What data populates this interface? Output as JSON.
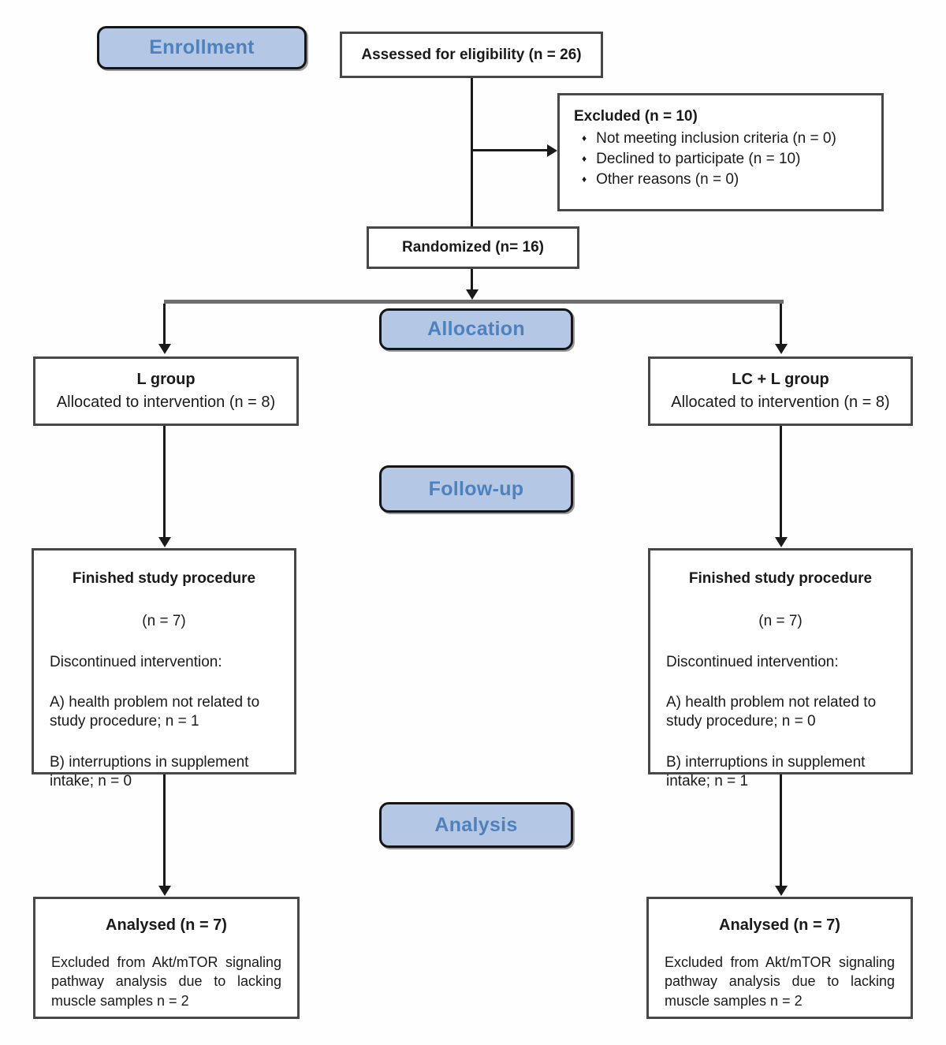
{
  "diagram": {
    "stages": {
      "enrollment": "Enrollment",
      "allocation": "Allocation",
      "followup": "Follow-up",
      "analysis": "Analysis"
    },
    "assessed": {
      "text": "Assessed for eligibility (n = 26)"
    },
    "excluded": {
      "title": "Excluded (n = 10)",
      "bullet": "♦",
      "items": [
        "Not meeting inclusion criteria (n = 0)",
        "Declined to participate (n = 10)",
        "Other reasons (n = 0)"
      ]
    },
    "randomized": {
      "text": "Randomized (n= 16)"
    },
    "groups": {
      "left": {
        "name": "L group",
        "allocated": "Allocated to intervention (n = 8)"
      },
      "right": {
        "name": "LC + L group",
        "allocated": "Allocated to intervention (n = 8)"
      }
    },
    "followup_boxes": {
      "left": {
        "title": "Finished study procedure",
        "n": "(n = 7)",
        "discontinued": "Discontinued intervention:",
        "reason_a": "A) health problem not related to study procedure; n = 1",
        "reason_b": "B) interruptions in supplement intake; n = 0"
      },
      "right": {
        "title": "Finished study procedure",
        "n": "(n = 7)",
        "discontinued": "Discontinued intervention:",
        "reason_a": "A) health problem not related to study procedure; n = 0",
        "reason_b": "B) interruptions in supplement intake; n = 1"
      }
    },
    "analysed_boxes": {
      "left": {
        "title": "Analysed (n = 7)",
        "body": "Excluded from Akt/mTOR signaling pathway analysis due to lacking muscle samples n = 2"
      },
      "right": {
        "title": "Analysed (n = 7)",
        "body": "Excluded from Akt/mTOR signaling pathway analysis due to lacking muscle samples n = 2"
      }
    },
    "colors": {
      "badge_fill": "#b4c7e4",
      "badge_text": "#4f81bd",
      "box_border": "#474747",
      "connector_black": "#1a1a1a",
      "branch_gray": "#6e6e6e"
    }
  }
}
